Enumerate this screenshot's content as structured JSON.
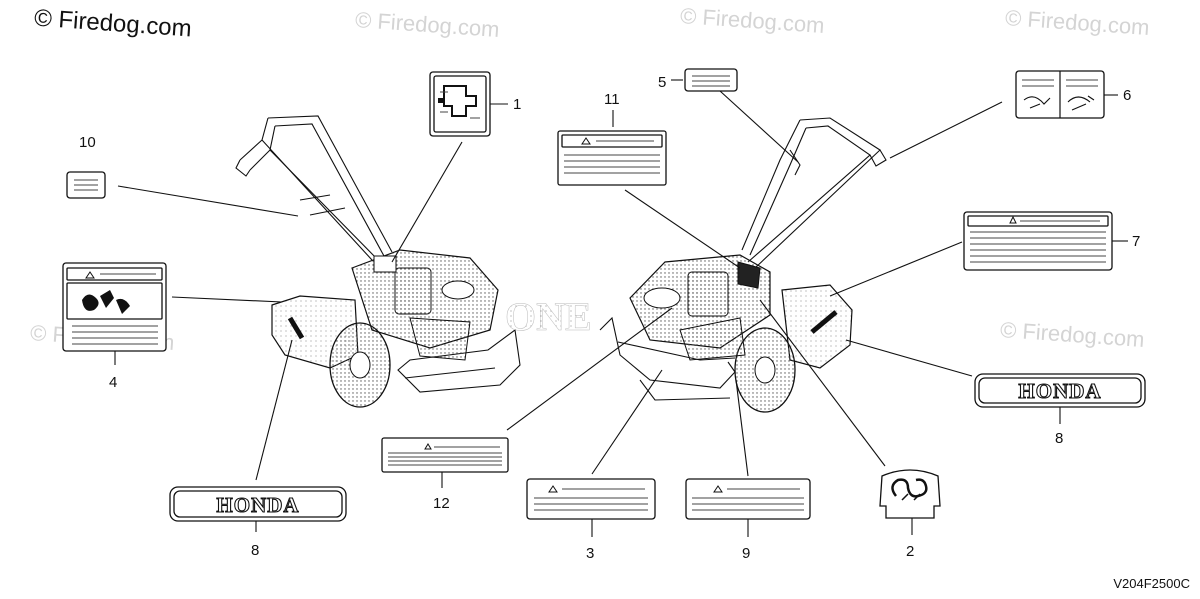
{
  "watermark": {
    "main": "© Firedog.com",
    "faint": "© Firedog.com"
  },
  "drawing_code": "V204F2500C",
  "brand_text": "HONDA",
  "callouts": {
    "c1": "1",
    "c2": "2",
    "c3": "3",
    "c4": "4",
    "c5": "5",
    "c6": "6",
    "c7": "7",
    "c8a": "8",
    "c8b": "8",
    "c9": "9",
    "c10": "10",
    "c11": "11",
    "c12": "12"
  }
}
